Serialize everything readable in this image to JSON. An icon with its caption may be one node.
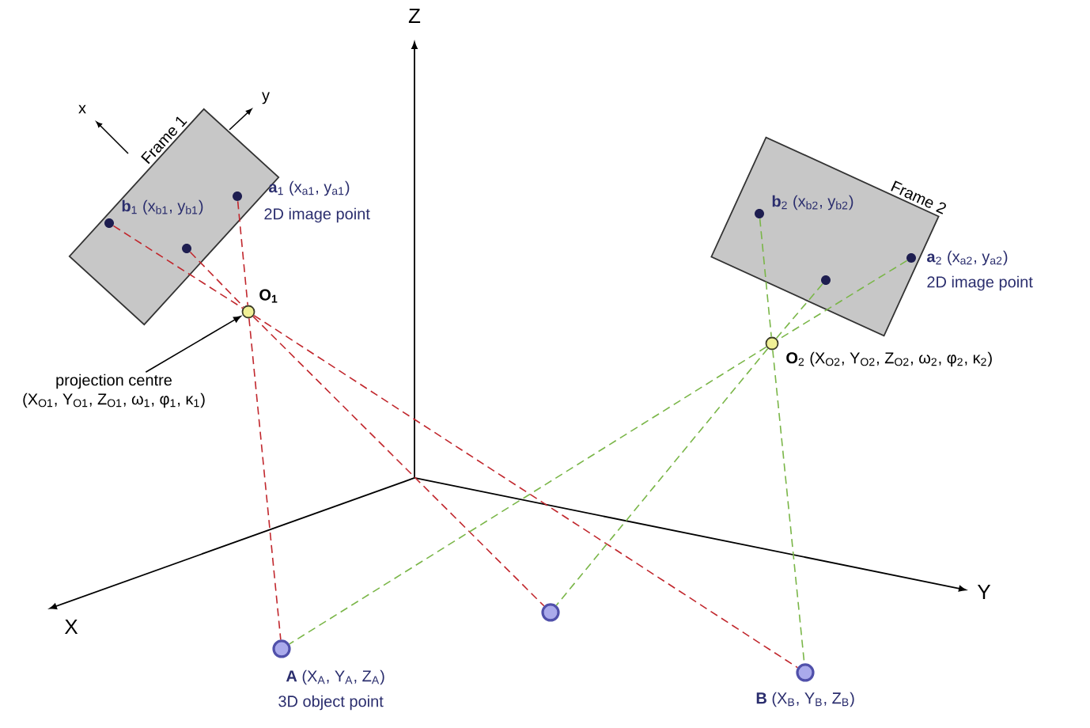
{
  "diagram": {
    "nodes": [
      {
        "text": [
          "Frame 1"
        ]
      },
      {
        "text": [],
        "shape": "circle",
        "in": 0,
        "beside": [
          "**b**$_{1}$ (x$_{b1}$, y$_{b1}$)"
        ]
      },
      {
        "text": [],
        "shape": "circle",
        "in": 0,
        "beside": [
          "**a**$_{1}$ (x$_{a1}$, y$_{a1}$)",
          "2D image point"
        ]
      },
      {
        "text": [],
        "shape": "circle",
        "in": 0
      },
      {
        "text": [
          "Frame 2"
        ]
      },
      {
        "text": [],
        "shape": "circle",
        "in": 4,
        "beside": [
          "**b**$_{2}$ (x$_{b2}$, y$_{b2}$)"
        ]
      },
      {
        "text": [],
        "shape": "circle",
        "in": 4,
        "beside": [
          "**a**$_{2}$ (x$_{a2}$, y$_{a2}$)",
          "2D image point"
        ]
      },
      {
        "text": [],
        "shape": "circle",
        "in": 4
      },
      {
        "text": [],
        "shape": "circle",
        "beside": [
          "**O**$_{1}$"
        ]
      },
      {
        "text": [],
        "shape": "circle",
        "beside": [
          "**O**$_{2}$ (X$_{O2}$, Y$_{O2}$, Z$_{O2}$, ω$_{2}$, φ$_{2}$, κ$_{2}$)"
        ]
      },
      {
        "text": [
          "projection centre",
          "(X$_{O1}$, Y$_{O1}$, Z$_{O1}$, ω$_{1}$, φ$_{1}$, κ$_{1}$)"
        ]
      },
      {
        "text": [],
        "shape": "circle",
        "beside": [
          "**A** (X$_{A}$, Y$_{A}$, Z$_{A}$)",
          "3D object point"
        ]
      },
      {
        "text": [],
        "shape": "circle"
      },
      {
        "text": [],
        "shape": "circle",
        "beside": [
          "**B** (X$_{B}$, Y$_{B}$, Z$_{B}$)"
        ]
      }
    ],
    "edges": [
      {
        "from": 1,
        "to": 8,
        "arrow": "none",
        "style": "dashed",
        "color": "#c1272d"
      },
      {
        "from": 2,
        "to": 8,
        "arrow": "none",
        "style": "dashed",
        "color": "#c1272d"
      },
      {
        "from": 3,
        "to": 8,
        "arrow": "none",
        "style": "dashed",
        "color": "#c1272d"
      },
      {
        "from": 8,
        "to": 11,
        "arrow": "none",
        "style": "dashed",
        "color": "#c1272d"
      },
      {
        "from": 8,
        "to": 12,
        "arrow": "none",
        "style": "dashed",
        "color": "#c1272d"
      },
      {
        "from": 8,
        "to": 13,
        "arrow": "none",
        "style": "dashed",
        "color": "#c1272d"
      },
      {
        "from": 5,
        "to": 9,
        "arrow": "none",
        "style": "dashed",
        "color": "#7ab648"
      },
      {
        "from": 6,
        "to": 9,
        "arrow": "none",
        "style": "dashed",
        "color": "#7ab648"
      },
      {
        "from": 7,
        "to": 9,
        "arrow": "none",
        "style": "dashed",
        "color": "#7ab648"
      },
      {
        "from": 9,
        "to": 11,
        "arrow": "none",
        "style": "dashed",
        "color": "#7ab648"
      },
      {
        "from": 9,
        "to": 12,
        "arrow": "none",
        "style": "dashed",
        "color": "#7ab648"
      },
      {
        "from": 9,
        "to": 13,
        "arrow": "none",
        "style": "dashed",
        "color": "#7ab648"
      },
      {
        "from": 10,
        "to": 8,
        "arrow": "to",
        "color": "#000000"
      }
    ],
    "labels": [
      "Z",
      "x",
      "y",
      "X",
      "Y"
    ]
  }
}
